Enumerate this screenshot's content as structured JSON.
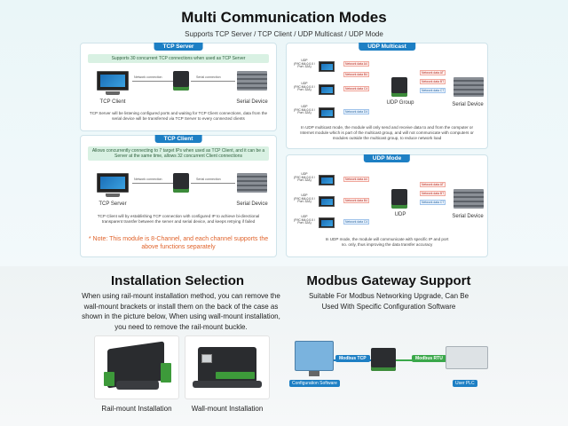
{
  "header": {
    "title": "Multi Communication Modes",
    "subtitle": "Supports TCP Server / TCP Client / UDP Multicast / UDP Mode"
  },
  "tcp_server": {
    "tab": "TCP Server",
    "banner": "Supports 30 concurrent TCP connections when used as TCP Server",
    "client_label": "TCP Client",
    "device_label": "Serial Device",
    "net_conn": "Network connection",
    "serial_conn": "Serial connection",
    "desc": "TCP Server will be listening configured ports and waiting for TCP Client connections, data from the serial device will be transferred via TCP Server to every connected clients"
  },
  "tcp_client": {
    "tab": "TCP Client",
    "banner": "Allows concurrently connecting to 7 target IPs when used as TCP Client, and it can be a Server at the same time, allows 32 concurrent Client connections",
    "server_label": "TCP Server",
    "device_label": "Serial Device",
    "net_conn": "Network connection",
    "serial_conn": "Serial connection",
    "desc": "TCP Client will by establishing TCP connection with configured IP to achieve bi-directional transparent transfer between the server and serial device, and keeps retrying if failed",
    "note": "* Note: This module is 8-Channel, and each channel supports the above functions separately"
  },
  "udp_multicast": {
    "tab": "UDP Multicast",
    "group_label": "UDP Group",
    "device_label": "Serial Device",
    "clients": [
      {
        "ip": "UDP (P/IC:M4.0.0.0 / Port: 32A)"
      },
      {
        "ip": "UDP (P/IC:M4.0.0.0 / Port: 32A)"
      },
      {
        "ip": "UDP (P/IC:M4.0.0.0 / Port: 32A)"
      }
    ],
    "tags_left": [
      "Network data A4",
      "Network data B4",
      "Network data C4",
      "Network data D4"
    ],
    "tags_right": [
      "Network data AT",
      "Network data BT",
      "Network data CT"
    ],
    "desc": "In UDP multicast mode, the module will only send and receive data to and from the computer or Internet module which is part of the multicast group, and will not communicate with computers or modules outside the multicast group, to reduce network load"
  },
  "udp_mode": {
    "tab": "UDP Mode",
    "udp_label": "UDP",
    "device_label": "Serial Device",
    "clients": [
      {
        "ip": "UDP (P/IC:M4.0.0.0 / Port: 32A)"
      },
      {
        "ip": "UDP (P/IC:M4.0.0.0 / Port: 32A)"
      },
      {
        "ip": "UDP (P/IC:M4.0.0.0 / Port: 32A)"
      }
    ],
    "tags_left": [
      "Network data A4",
      "Network data B4",
      "Network data C4"
    ],
    "tags_right": [
      "Network data AT",
      "Network data BT",
      "Network data CT"
    ],
    "desc": "In UDP mode, the module will communicate with specific IP and port no. only, thus improving the data transfer accuracy"
  },
  "installation": {
    "title": "Installation Selection",
    "text": "When using rail-mount installation method, you can remove the wall-mount brackets or install them on the back of the case as shown in the picture below, When using wall-mount installation, you need to remove the rail-mount buckle.",
    "rail_label": "Rail-mount Installation",
    "wall_label": "Wall-mount Installation"
  },
  "modbus": {
    "title": "Modbus Gateway Support",
    "text": "Suitable For Modbus Networking Upgrade, Can Be Used With Specific Configuration Software",
    "tcp_label": "Modbus TCP",
    "rtu_label": "Modbus RTU",
    "cfg_label": "Configuration Software",
    "plc_label": "User PLC"
  },
  "colors": {
    "accent": "#1d7fc4",
    "note": "#e0632b",
    "modbus_tcp": "#1d7fc4",
    "modbus_rtu": "#3aa84a"
  }
}
